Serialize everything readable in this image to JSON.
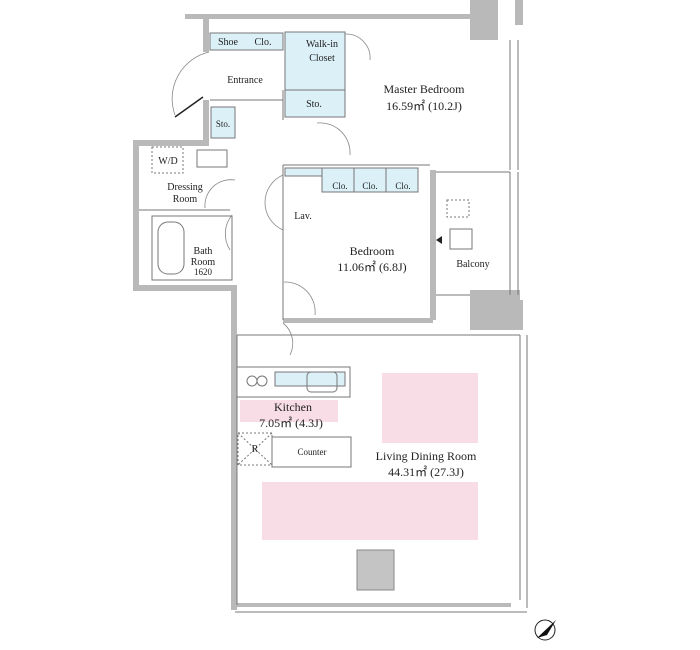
{
  "plan": {
    "rooms": {
      "master_bedroom": {
        "name": "Master Bedroom",
        "area": "16.59㎡ (10.2J)"
      },
      "bedroom": {
        "name": "Bedroom",
        "area": "11.06㎡ (6.8J)"
      },
      "kitchen": {
        "name": "Kitchen",
        "area": "7.05㎡ (4.3J)"
      },
      "living_dining": {
        "name": "Living Dining Room",
        "area": "44.31㎡ (27.3J)"
      },
      "balcony": {
        "name": "Balcony"
      },
      "entrance": {
        "name": "Entrance"
      },
      "dressing_room": {
        "line1": "Dressing",
        "line2": "Room"
      },
      "bath_room": {
        "line1": "Bath",
        "line2": "Room",
        "size": "1620"
      },
      "lavatory": {
        "name": "Lav."
      },
      "walk_in_closet": {
        "line1": "Walk-in",
        "line2": "Closet"
      }
    },
    "fixtures": {
      "shoe_closet": "Shoe",
      "closet": "Clo.",
      "storage": "Sto.",
      "washer_dryer": "W/D",
      "refrigerator": "R",
      "counter": "Counter"
    },
    "colors": {
      "closet": "#dcf0f8",
      "furniture_zone": "#f8dde6",
      "wall": "#b9b9b9"
    }
  }
}
